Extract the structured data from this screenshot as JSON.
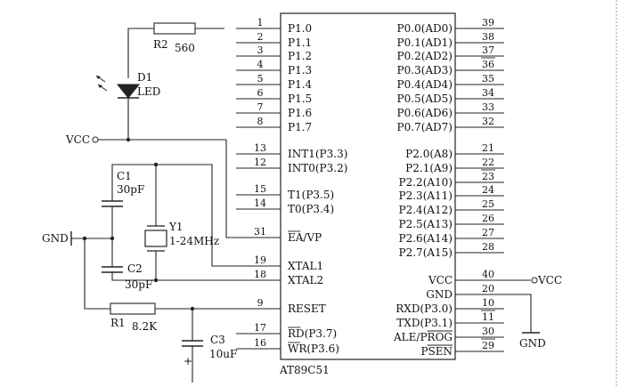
{
  "chip": {
    "name": "AT89C51",
    "left_pins": [
      {
        "num": "1",
        "label": "P1.0"
      },
      {
        "num": "2",
        "label": "P1.1"
      },
      {
        "num": "3",
        "label": "P1.2"
      },
      {
        "num": "4",
        "label": "P1.3"
      },
      {
        "num": "5",
        "label": "P1.4"
      },
      {
        "num": "6",
        "label": "P1.5"
      },
      {
        "num": "7",
        "label": "P1.6"
      },
      {
        "num": "8",
        "label": "P1.7"
      },
      {
        "num": "13",
        "label": "INT1(P3.3)"
      },
      {
        "num": "12",
        "label": "INT0(P3.2)"
      },
      {
        "num": "15",
        "label": "T1(P3.5)"
      },
      {
        "num": "14",
        "label": "T0(P3.4)"
      },
      {
        "num": "31",
        "label": "EA/VP"
      },
      {
        "num": "19",
        "label": "XTAL1"
      },
      {
        "num": "18",
        "label": "XTAL2"
      },
      {
        "num": "9",
        "label": "RESET"
      },
      {
        "num": "17",
        "label": "RD(P3.7)"
      },
      {
        "num": "16",
        "label": "WR(P3.6)"
      }
    ],
    "right_pins": [
      {
        "num": "39",
        "label": "P0.0(AD0)"
      },
      {
        "num": "38",
        "label": "P0.1(AD1)"
      },
      {
        "num": "37",
        "label": "P0.2(AD2)"
      },
      {
        "num": "36",
        "label": "P0.3(AD3)"
      },
      {
        "num": "35",
        "label": "P0.4(AD4)"
      },
      {
        "num": "34",
        "label": "P0.5(AD5)"
      },
      {
        "num": "33",
        "label": "P0.6(AD6)"
      },
      {
        "num": "32",
        "label": "P0.7(AD7)"
      },
      {
        "num": "21",
        "label": "P2.0(A8)"
      },
      {
        "num": "22",
        "label": "P2.1(A9)"
      },
      {
        "num": "23",
        "label": "P2.2(A10)"
      },
      {
        "num": "24",
        "label": "P2.3(A11)"
      },
      {
        "num": "25",
        "label": "P2.4(A12)"
      },
      {
        "num": "26",
        "label": "P2.5(A13)"
      },
      {
        "num": "27",
        "label": "P2.6(A14)"
      },
      {
        "num": "28",
        "label": "P2.7(A15)"
      },
      {
        "num": "40",
        "label": "VCC"
      },
      {
        "num": "20",
        "label": "GND"
      },
      {
        "num": "10",
        "label": "RXD(P3.0)"
      },
      {
        "num": "11",
        "label": "TXD(P3.1)"
      },
      {
        "num": "30",
        "label": "ALE/PROG"
      },
      {
        "num": "29",
        "label": "PSEN"
      }
    ]
  },
  "components": {
    "r2": {
      "name": "R2",
      "value": "560"
    },
    "d1": {
      "name": "D1",
      "value": "LED"
    },
    "c1": {
      "name": "C1",
      "value": "30pF"
    },
    "c2": {
      "name": "C2",
      "value": "30pF"
    },
    "y1": {
      "name": "Y1",
      "value": "1-24MHz"
    },
    "r1": {
      "name": "R1",
      "value": "8.2K"
    },
    "c3": {
      "name": "C3",
      "value": "10uF",
      "polarity": "+"
    }
  },
  "nets": {
    "vcc_left": "VCC",
    "gnd_left": "GND",
    "vcc_right": "VCC",
    "gnd_right": "GND"
  }
}
